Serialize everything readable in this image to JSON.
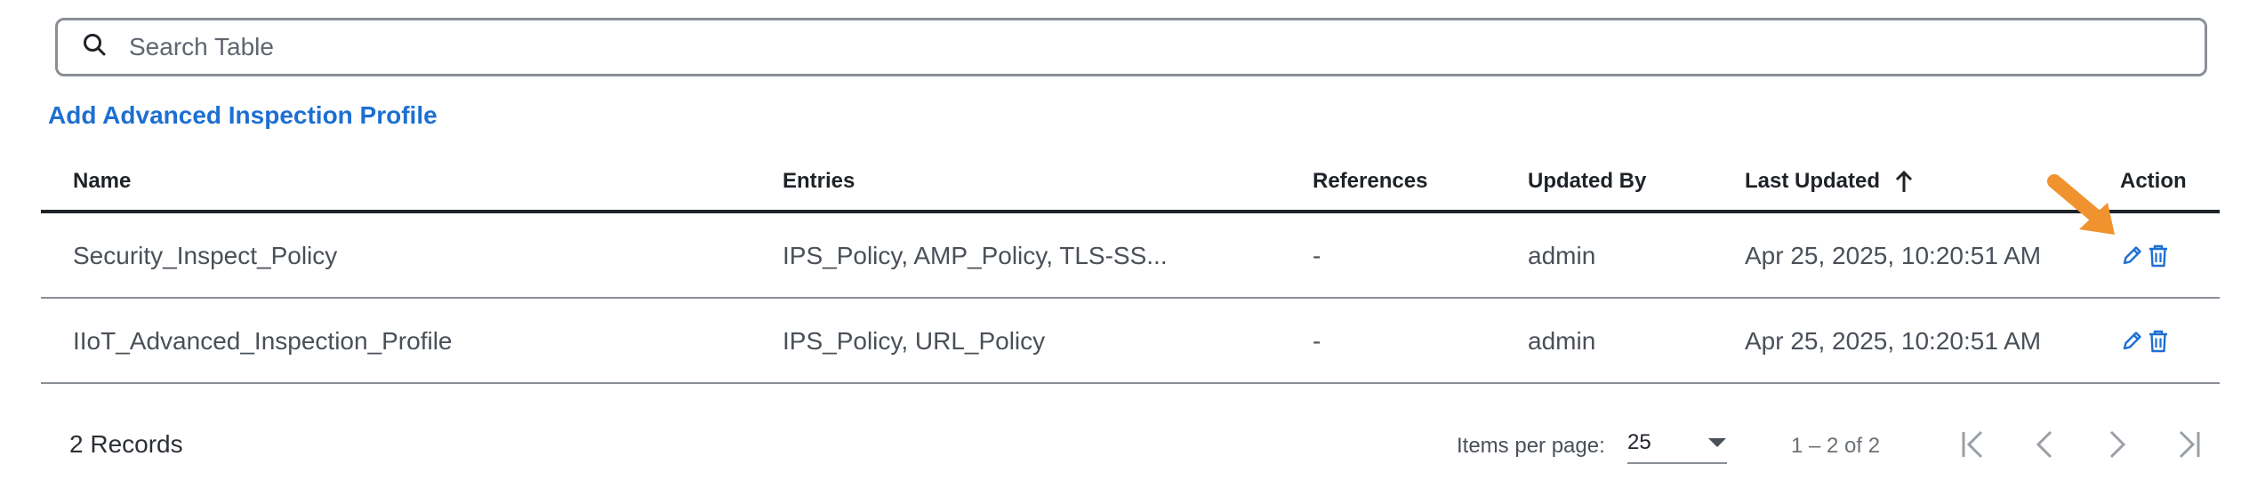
{
  "search": {
    "placeholder": "Search Table",
    "value": ""
  },
  "add_link": "Add Advanced Inspection Profile",
  "table": {
    "headers": {
      "name": "Name",
      "entries": "Entries",
      "references": "References",
      "updated_by": "Updated By",
      "last_updated": "Last Updated",
      "action": "Action"
    },
    "sort": {
      "column": "last_updated",
      "direction": "ascending",
      "icon": "arrow-up-icon"
    },
    "rows": [
      {
        "name": "Security_Inspect_Policy",
        "entries": "IPS_Policy, AMP_Policy, TLS-SS...",
        "references": "-",
        "updated_by": "admin",
        "last_updated": "Apr 25, 2025, 10:20:51 AM"
      },
      {
        "name": "IIoT_Advanced_Inspection_Profile",
        "entries": "IPS_Policy, URL_Policy",
        "references": "-",
        "updated_by": "admin",
        "last_updated": "Apr 25, 2025, 10:20:51 AM"
      }
    ]
  },
  "footer": {
    "records": "2 Records",
    "items_per_page_label": "Items per page:",
    "items_per_page_value": "25",
    "range": "1 – 2 of 2"
  },
  "colors": {
    "accent": "#1d6fd1",
    "annotation_arrow": "#f0922e",
    "border": "#8a8f97",
    "text": "#1f2328"
  },
  "icons": {
    "search": "search-icon",
    "edit": "pencil-icon",
    "delete": "trash-icon",
    "first_page": "first-page-icon",
    "prev_page": "chevron-left-icon",
    "next_page": "chevron-right-icon",
    "last_page": "last-page-icon",
    "dropdown": "caret-down-icon"
  }
}
